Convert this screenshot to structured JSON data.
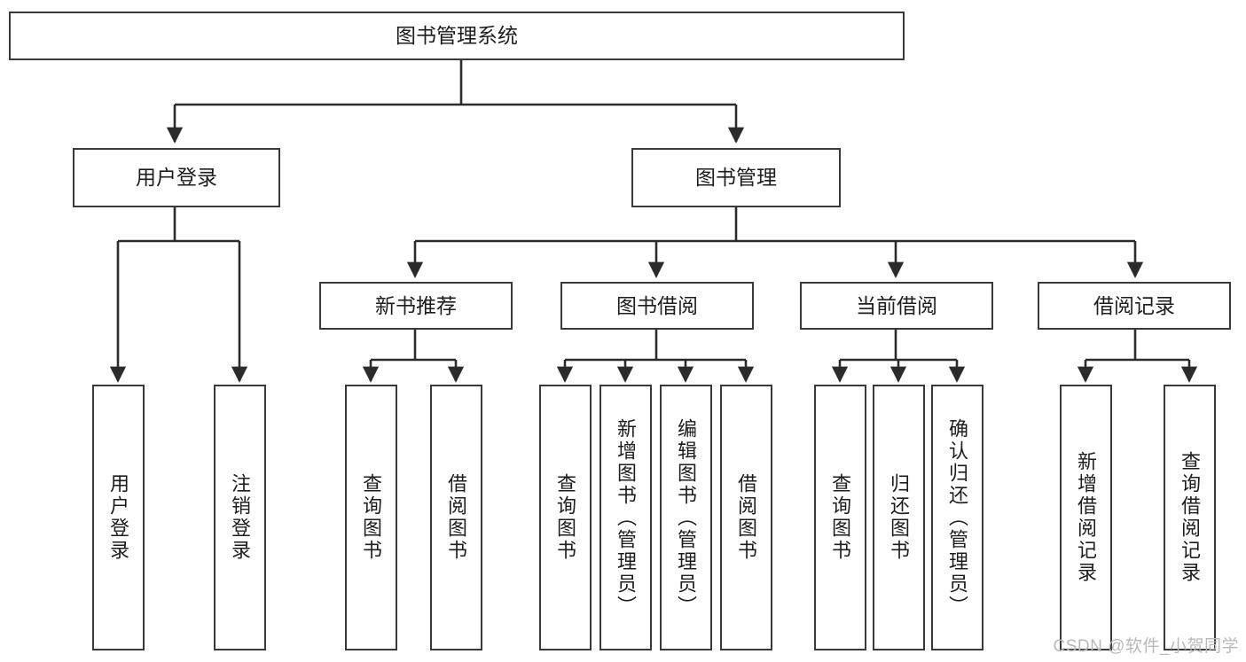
{
  "diagram": {
    "title": "图书管理系统",
    "type": "tree",
    "watermark": "CSDN @软件_小贺同学",
    "colors": {
      "box_border": "#3a3a3a",
      "box_fill": "#ffffff",
      "connector": "#2b2b2b",
      "text": "#1d1d1d",
      "watermark": "#b9b9b9",
      "background": "#ffffff"
    }
  },
  "nodes": {
    "root": {
      "label": "图书管理系统"
    },
    "level1": [
      {
        "label": "用户登录"
      },
      {
        "label": "图书管理"
      }
    ],
    "level2": [
      {
        "label": "新书推荐"
      },
      {
        "label": "图书借阅"
      },
      {
        "label": "当前借阅"
      },
      {
        "label": "借阅记录"
      }
    ],
    "leaves": {
      "user_login": [
        {
          "label": "用户登录"
        },
        {
          "label": "注销登录"
        }
      ],
      "new_book_recommend": [
        {
          "label": "查询图书"
        },
        {
          "label": "借阅图书"
        }
      ],
      "book_borrow": [
        {
          "label": "查询图书"
        },
        {
          "label": "新增图书（管理员）"
        },
        {
          "label": "编辑图书（管理员）"
        },
        {
          "label": "借阅图书"
        }
      ],
      "current_borrow": [
        {
          "label": "查询图书"
        },
        {
          "label": "归还图书"
        },
        {
          "label": "确认归还（管理员）"
        }
      ],
      "borrow_record": [
        {
          "label": "新增借阅记录"
        },
        {
          "label": "查询借阅记录"
        }
      ]
    }
  }
}
